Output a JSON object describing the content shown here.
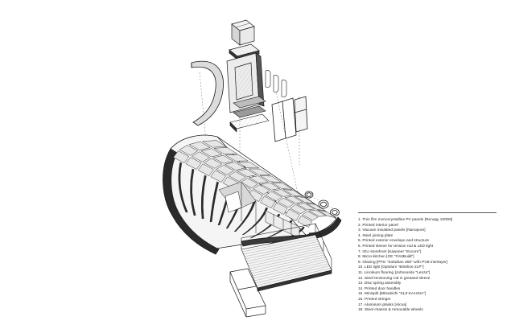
{
  "legend": {
    "items": [
      "1. Thin film monocrystalline PV panels [Renogy 100D8]",
      "2. Printed interior panel",
      "3. Vacuum insulated panels [Nanopore]",
      "4. Steel joining plate",
      "5. Printed exterior envelope and structure",
      "6. Printed sleeve for tension rod & LED light",
      "7. IGU storefront [Kawneer \"Encore\"]",
      "8. Micro-kitchen [GE \"FirstBuild\"]",
      "9. Glazing [PPG \"Solarban Z50\" with PVB interlayer]",
      "10. LED light [Optolum \"Briteline 2LP\"]",
      "11. Linoleum flooring [Johnsonite \"Lenza\"]",
      "12. Steel tensioning rod in greased sleeve",
      "13. Disc spring assembly",
      "14. Printed door handles",
      "15. Minisplit [Mitsubishi \"SLZ-KA12NA\"]",
      "16. Printed stringer",
      "17. Aluminum planks [Alcoa]",
      "18. Steel chassis & removable wheels"
    ]
  },
  "colors": {
    "line": "#1a1a1a",
    "panel_fill": "#e6e6e6",
    "rib_fill": "#2b2b2b"
  }
}
